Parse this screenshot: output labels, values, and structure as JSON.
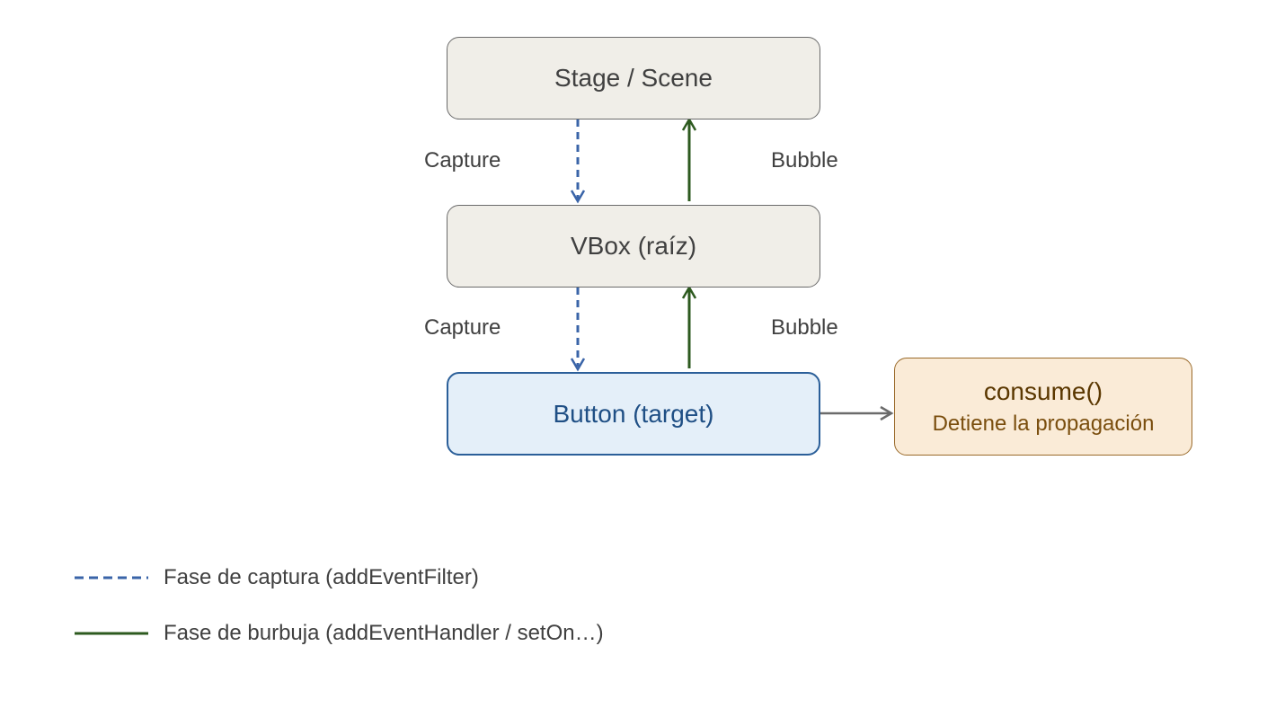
{
  "nodes": {
    "stage": "Stage / Scene",
    "vbox": "VBox (raíz)",
    "button": "Button (target)",
    "consume_title": "consume()",
    "consume_subtitle": "Detiene la propagación"
  },
  "edge_labels": {
    "capture_1": "Capture",
    "bubble_1": "Bubble",
    "capture_2": "Capture",
    "bubble_2": "Bubble"
  },
  "legend": {
    "capture": "Fase de captura (addEventFilter)",
    "bubble": "Fase de burbuja (addEventHandler / setOn…)"
  },
  "colors": {
    "capture": "#3a64a8",
    "bubble": "#2d5a1f",
    "consume_arrow": "#6b6b6b",
    "target_border": "#2b5f99"
  }
}
